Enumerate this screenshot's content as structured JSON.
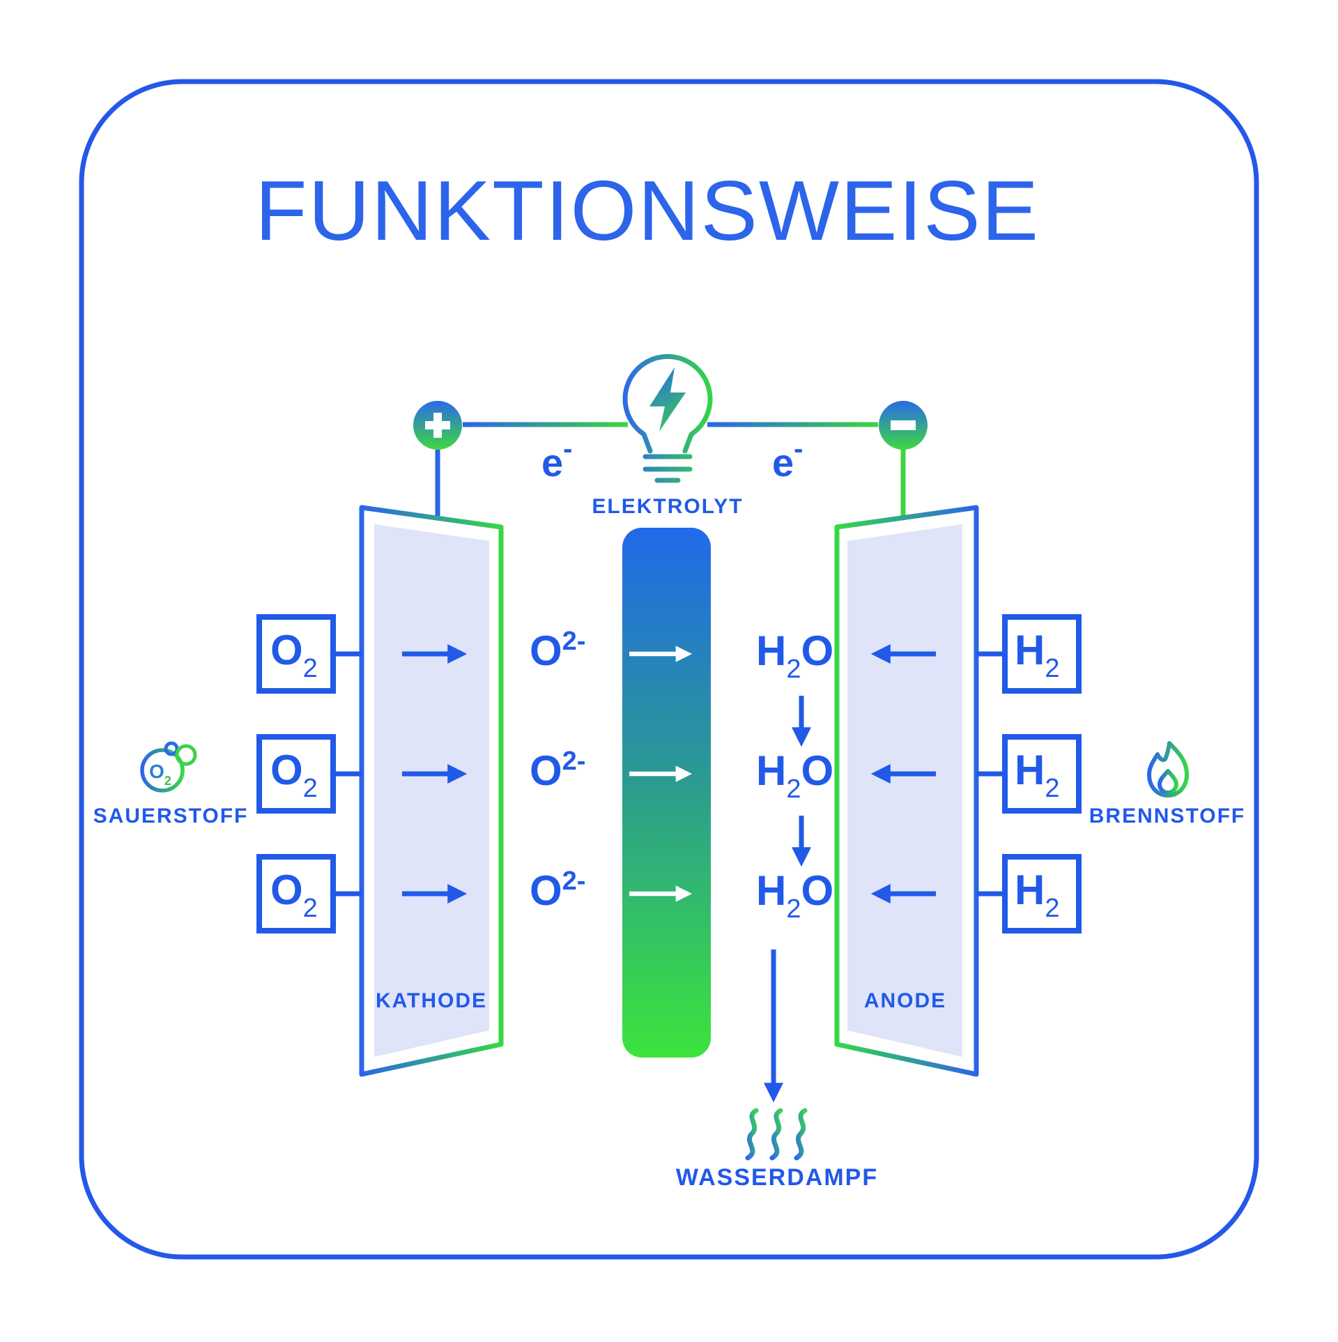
{
  "title": "FUNKTIONSWEISE",
  "electrolyte": {
    "label": "ELEKTROLYT",
    "icon": "lightbulb-bolt-icon"
  },
  "terminals": {
    "positive": "+",
    "negative": "-"
  },
  "electron": {
    "symbol": "e",
    "charge": "-"
  },
  "cathode": {
    "label": "KATHODE"
  },
  "anode": {
    "label": "ANODE"
  },
  "oxygen_side": {
    "label": "SAUERSTOFF",
    "icon": "oxygen-bubbles-icon",
    "bubble_text": {
      "symbol": "O",
      "subscript": "2"
    }
  },
  "fuel_side": {
    "label": "BRENNSTOFF",
    "icon": "flame-icon"
  },
  "steam": {
    "label": "WASSERDAMPF",
    "icon": "steam-icon"
  },
  "molecules": {
    "o2": {
      "symbol": "O",
      "subscript": "2"
    },
    "h2": {
      "symbol": "H",
      "subscript": "2"
    },
    "o_ion": {
      "symbol": "O",
      "superscript": "2-"
    },
    "h2o": {
      "first": "H",
      "subscript": "2",
      "second": "O"
    }
  },
  "colors": {
    "primary_blue": "#2159e8",
    "title_blue": "#2c64ea",
    "accent_green": "#3bd944",
    "bar_top_blue": "#2169e9",
    "bar_bottom_green": "#3ce43c",
    "electrode_fill": "#dfe4f8"
  }
}
